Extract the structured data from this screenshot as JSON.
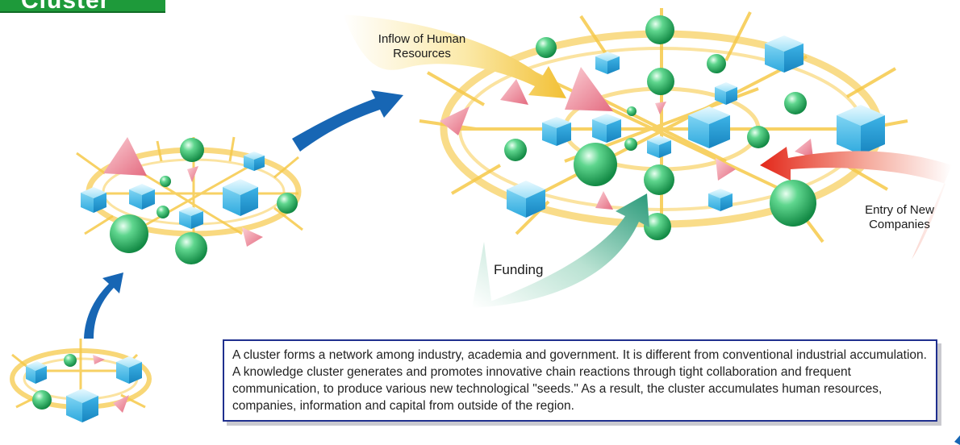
{
  "title": "Cluster",
  "labels": {
    "inflow": "Inflow of Human Resources",
    "entry": "Entry of New Companies",
    "funding": "Funding"
  },
  "description": "A cluster forms a network among industry, academia and government. It is different from conventional industrial accumulation. A knowledge cluster generates and promotes innovative chain reactions through tight collaboration and frequent communication, to produce various new technological \"seeds.\" As a result, the cluster accumulates human resources, companies, information and capital from outside of the region.",
  "colors": {
    "title_bg": "#1e9a3a",
    "network_line": "#f6c94a",
    "sphere": "#2fbf6a",
    "cube": "#4cc3ee",
    "pyramid": "#f08a9a",
    "growth_arrow": "#1766b4",
    "inflow_arrow": "#f2c34a",
    "entry_arrow": "#e83a2a",
    "funding_arrow": "#3aa889",
    "desc_border": "#1f2f8e"
  }
}
